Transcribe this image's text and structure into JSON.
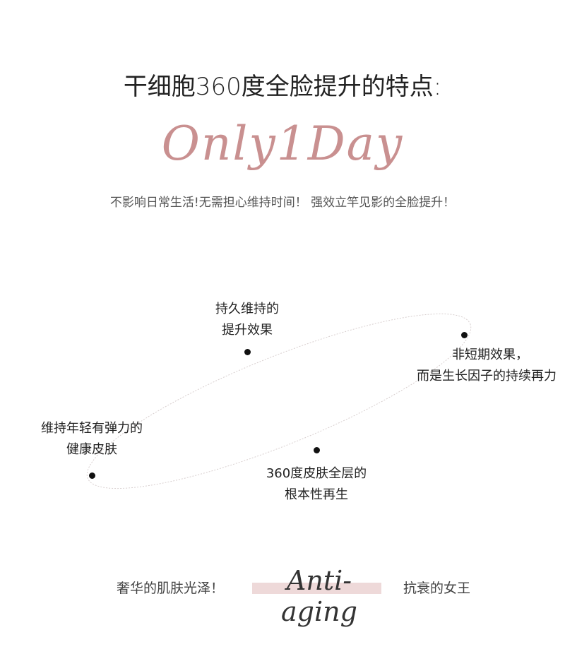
{
  "title": "干细胞360度全脸提升的特点:",
  "script_heading": "Only1Day",
  "subtitle": "不影响日常生活!无需担心维持时间！ 强效立竿见影的全脸提升！",
  "features": [
    {
      "line1": "持久维持的",
      "line2": "提升效果"
    },
    {
      "line1": "非短期效果，",
      "line2": "而是生长因子的持续再力"
    },
    {
      "line1": "维持年轻有弹力的",
      "line2": "健康皮肤"
    },
    {
      "line1": "360度皮肤全层的",
      "line2": "根本性再生"
    }
  ],
  "bottom": {
    "left": "奢华的肌肤光泽！",
    "script": "Anti-aging",
    "right": "抗衰的女王"
  },
  "colors": {
    "accent": "#c99090",
    "highlight": "#eed9d9"
  }
}
